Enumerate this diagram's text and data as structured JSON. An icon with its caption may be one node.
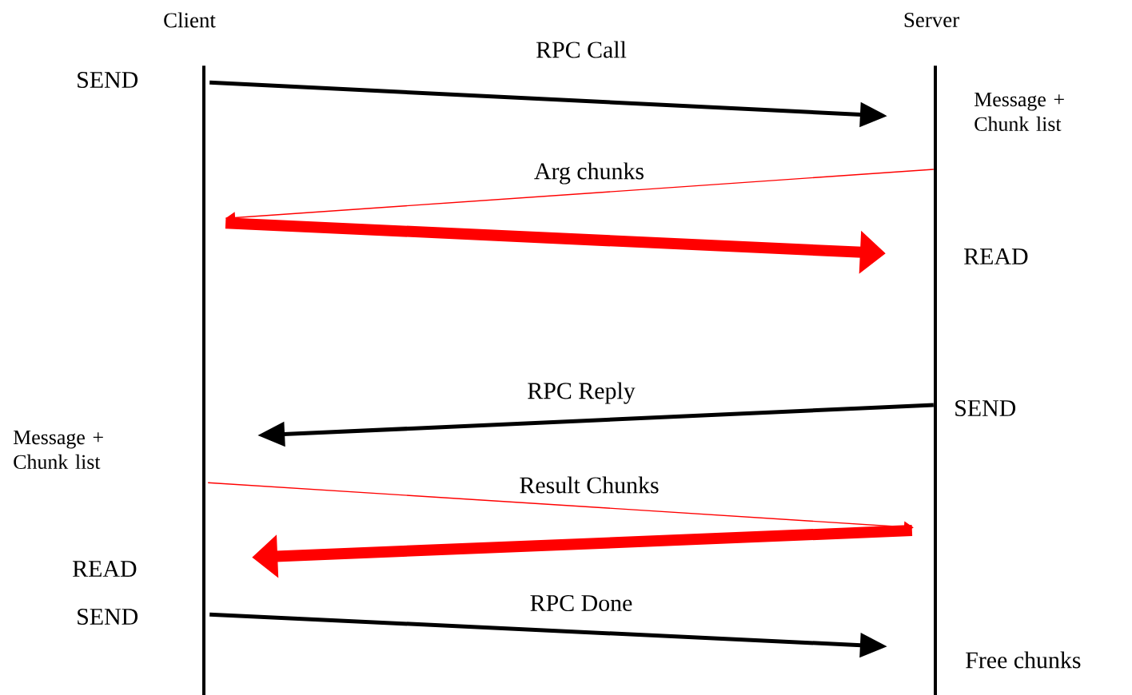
{
  "diagram": {
    "nodes": [
      {
        "text": [
          "Client"
        ]
      },
      {
        "text": [
          "Server"
        ]
      }
    ],
    "edges": [
      {
        "from": 0,
        "to": 1,
        "arrow": "to",
        "label": "RPC Call",
        "color": "#000000"
      },
      {
        "from": 1,
        "to": 0,
        "arrow": "to",
        "label": "Arg chunks",
        "color": "#ff0000"
      },
      {
        "from": 0,
        "to": 1,
        "arrow": "to",
        "style": "thick",
        "color": "#ff0000"
      },
      {
        "from": 1,
        "to": 0,
        "arrow": "to",
        "label": "RPC Reply",
        "color": "#000000"
      },
      {
        "from": 0,
        "to": 1,
        "arrow": "to",
        "label": "Result Chunks",
        "color": "#ff0000"
      },
      {
        "from": 1,
        "to": 0,
        "arrow": "to",
        "style": "thick",
        "color": "#ff0000"
      },
      {
        "from": 0,
        "to": 1,
        "arrow": "to",
        "label": "RPC Done",
        "color": "#000000"
      }
    ],
    "labels": [
      "SEND",
      "Message + Chunk list",
      "READ",
      "SEND",
      "Message + Chunk list",
      "READ",
      "SEND",
      "Free chunks"
    ]
  }
}
